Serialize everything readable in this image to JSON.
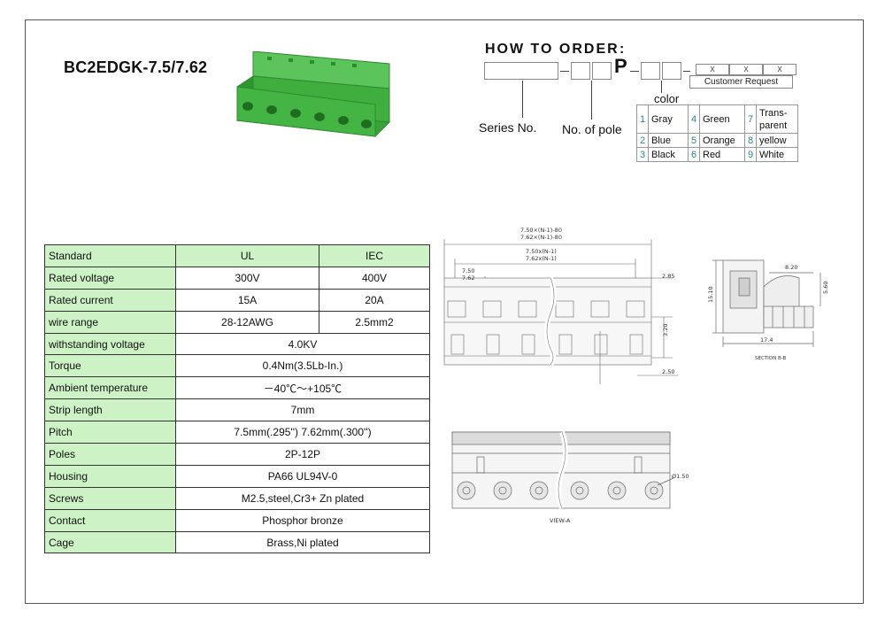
{
  "product": {
    "title": "BC2EDGK-7.5/7.62"
  },
  "how_to_order": {
    "title": "HOW TO ORDER",
    "colon": ":",
    "p_letter": "P",
    "x_marks": [
      "X",
      "X",
      "X"
    ],
    "customer_request": "Customer Request",
    "series_label": "Series No.",
    "pole_label": "No. of pole",
    "color_label": "color",
    "colors": [
      [
        {
          "num": "1",
          "name": "Gray"
        },
        {
          "num": "4",
          "name": "Green"
        },
        {
          "num": "7",
          "name": "Trans-\nparent"
        }
      ],
      [
        {
          "num": "2",
          "name": "Blue"
        },
        {
          "num": "5",
          "name": "Orange"
        },
        {
          "num": "8",
          "name": "yellow"
        }
      ],
      [
        {
          "num": "3",
          "name": "Black"
        },
        {
          "num": "6",
          "name": "Red"
        },
        {
          "num": "9",
          "name": "White"
        }
      ]
    ]
  },
  "specs": {
    "rows": [
      {
        "label": "Standard",
        "values": [
          "UL",
          "IEC"
        ]
      },
      {
        "label": "Rated voltage",
        "values": [
          "300V",
          "400V"
        ]
      },
      {
        "label": "Rated current",
        "values": [
          "15A",
          "20A"
        ]
      },
      {
        "label": "wire range",
        "values": [
          "28-12AWG",
          "2.5mm2"
        ]
      },
      {
        "label": "withstanding voltage",
        "values": [
          "4.0KV"
        ]
      },
      {
        "label": "Torque",
        "values": [
          "0.4Nm(3.5Lb-In.)"
        ]
      },
      {
        "label": "Ambient temperature",
        "values": [
          "－40℃～+105℃"
        ]
      },
      {
        "label": "Strip length",
        "values": [
          "7mm"
        ]
      },
      {
        "label": "Pitch",
        "values": [
          "7.5mm(.295'') 7.62mm(.300'')"
        ]
      },
      {
        "label": "Poles",
        "values": [
          "2P-12P"
        ]
      },
      {
        "label": "Housing",
        "values": [
          "PA66 UL94V-0"
        ]
      },
      {
        "label": "Screws",
        "values": [
          "M2.5,steel,Cr3+ Zn plated"
        ]
      },
      {
        "label": "Contact",
        "values": [
          "Phosphor bronze"
        ]
      },
      {
        "label": "Cage",
        "values": [
          "Brass,Ni plated"
        ]
      }
    ]
  },
  "drawing_front": {
    "dim_total_a": "7.50×(N-1)-80",
    "dim_total_b": "7.62×(N-1)-80",
    "dim_pitch_a": "7.50x(N-1)",
    "dim_pitch_b": "7.62x(N-1)",
    "dim_p_a": "7.50",
    "dim_p_b": "7.62",
    "dim_right": "2.85",
    "dim_height": "3.20",
    "dim_bottom": "2.50"
  },
  "drawing_section": {
    "dim_w": "8.20",
    "dim_h": "15.10",
    "dim_r": "5.60",
    "dim_base": "17.4",
    "caption": "SECTION B-B"
  },
  "drawing_view": {
    "dim_hole": "Ø1.50",
    "caption": "VIEW-A"
  },
  "colors": {
    "connector_green": "#3fae3f",
    "spec_header_bg": "#cdf2c6",
    "number_teal": "#2a8a8a"
  }
}
